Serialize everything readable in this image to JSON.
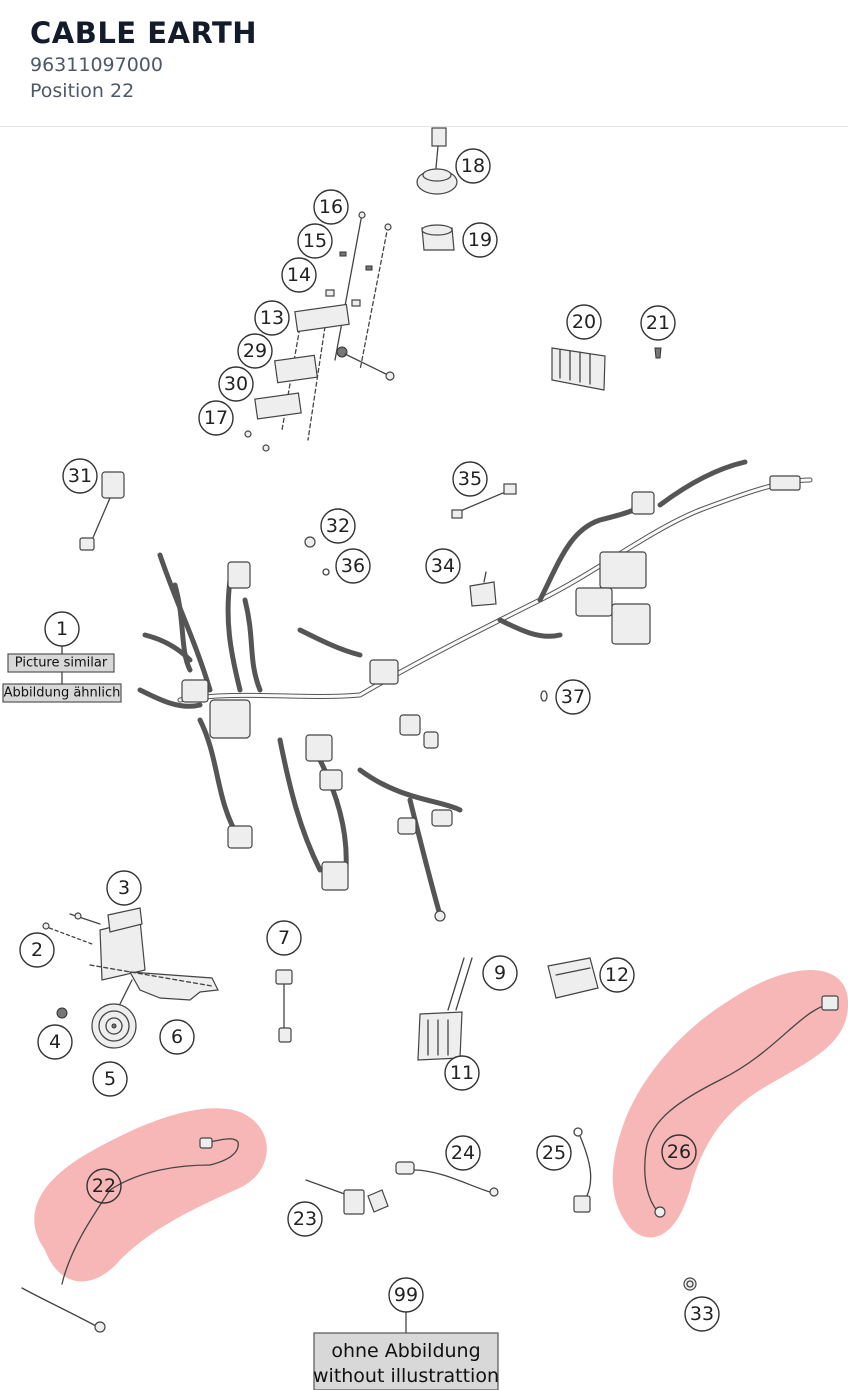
{
  "header": {
    "title": "CABLE EARTH",
    "part_number": "96311097000",
    "position": "Position 22"
  },
  "diagram": {
    "highlight_color": "#f28a8a",
    "highlighted_positions": [
      "22",
      "26"
    ],
    "callouts": [
      "18",
      "19",
      "16",
      "15",
      "14",
      "13",
      "29",
      "30",
      "17",
      "20",
      "21",
      "31",
      "35",
      "32",
      "36",
      "34",
      "1",
      "37",
      "3",
      "2",
      "7",
      "9",
      "12",
      "4",
      "6",
      "5",
      "11",
      "24",
      "25",
      "26",
      "22",
      "23",
      "99",
      "33"
    ],
    "notes": {
      "picture_similar": "Picture similar",
      "abbildung_aehnlich": "Abbildung ähnlich",
      "ohne_abbildung": "ohne Abbildung",
      "without_illustration": "without illustrattion"
    }
  }
}
